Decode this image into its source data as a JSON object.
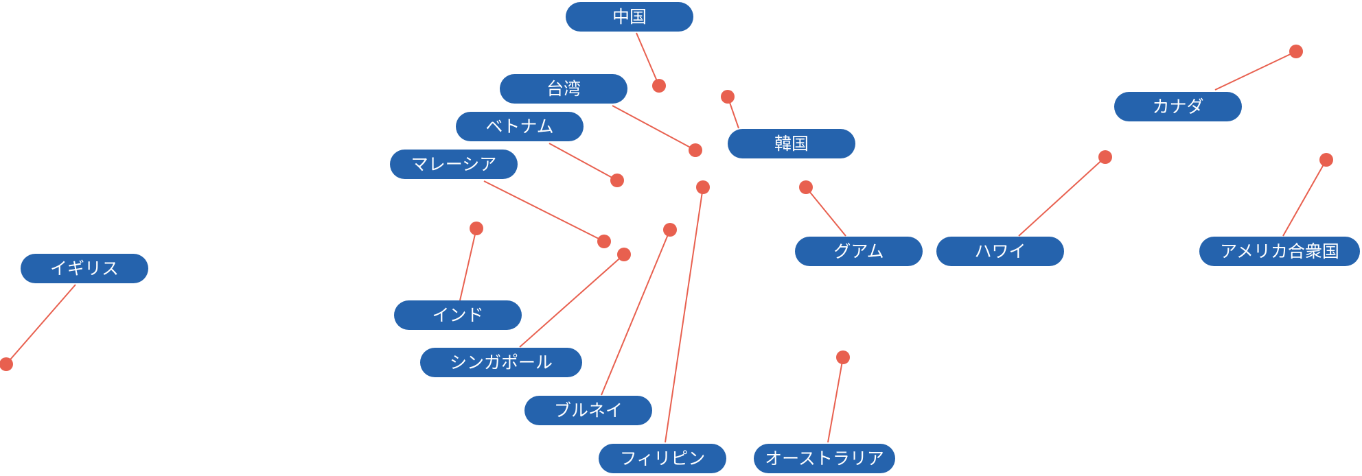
{
  "map": {
    "labels": [
      {
        "id": "china",
        "text": "中国"
      },
      {
        "id": "taiwan",
        "text": "台湾"
      },
      {
        "id": "vietnam",
        "text": "ベトナム"
      },
      {
        "id": "malaysia",
        "text": "マレーシア"
      },
      {
        "id": "korea",
        "text": "韓国"
      },
      {
        "id": "canada",
        "text": "カナダ"
      },
      {
        "id": "uk",
        "text": "イギリス"
      },
      {
        "id": "india",
        "text": "インド"
      },
      {
        "id": "singapore",
        "text": "シンガポール"
      },
      {
        "id": "brunei",
        "text": "ブルネイ"
      },
      {
        "id": "philippines",
        "text": "フィリピン"
      },
      {
        "id": "guam",
        "text": "グアム"
      },
      {
        "id": "hawaii",
        "text": "ハワイ"
      },
      {
        "id": "usa",
        "text": "アメリカ合衆国"
      },
      {
        "id": "australia",
        "text": "オーストラリア"
      }
    ],
    "colors": {
      "label_fill": "#2563ad",
      "label_text": "#ffffff",
      "marker": "#e8604f"
    }
  }
}
